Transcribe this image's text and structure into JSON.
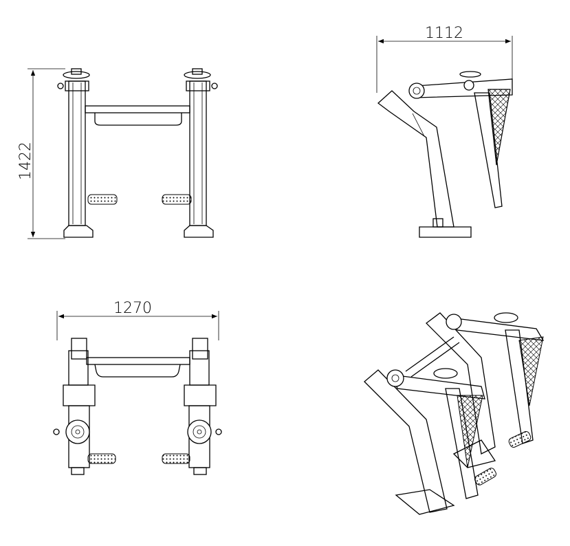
{
  "drawing": {
    "front_view": {
      "height_dimension": "1422"
    },
    "side_view": {
      "depth_dimension": "1112"
    },
    "top_view": {
      "width_dimension": "1270"
    },
    "isometric_view": {}
  }
}
